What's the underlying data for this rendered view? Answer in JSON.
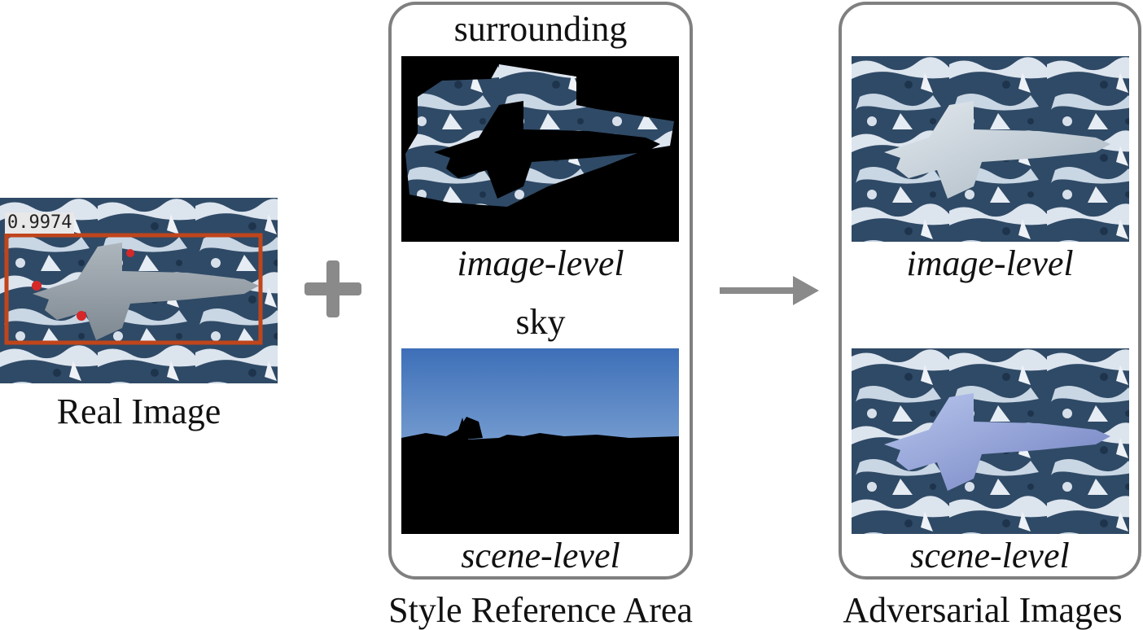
{
  "real_image": {
    "caption": "Real Image",
    "detection_score": "0.9974",
    "box_color": "#c0451b"
  },
  "style_reference": {
    "caption": "Style Reference Area",
    "items": [
      {
        "label": "surrounding",
        "level": "image-level"
      },
      {
        "label": "sky",
        "level": "scene-level"
      }
    ]
  },
  "adversarial": {
    "caption": "Adversarial Images",
    "items": [
      {
        "level": "image-level"
      },
      {
        "level": "scene-level"
      }
    ]
  },
  "colors": {
    "panel_border": "#808080",
    "arrow": "#8a8a8a",
    "snow_dark": "#2f4a66",
    "snow_light": "#dce4ee"
  },
  "icons": [
    "plus-icon",
    "arrow-right-icon"
  ]
}
